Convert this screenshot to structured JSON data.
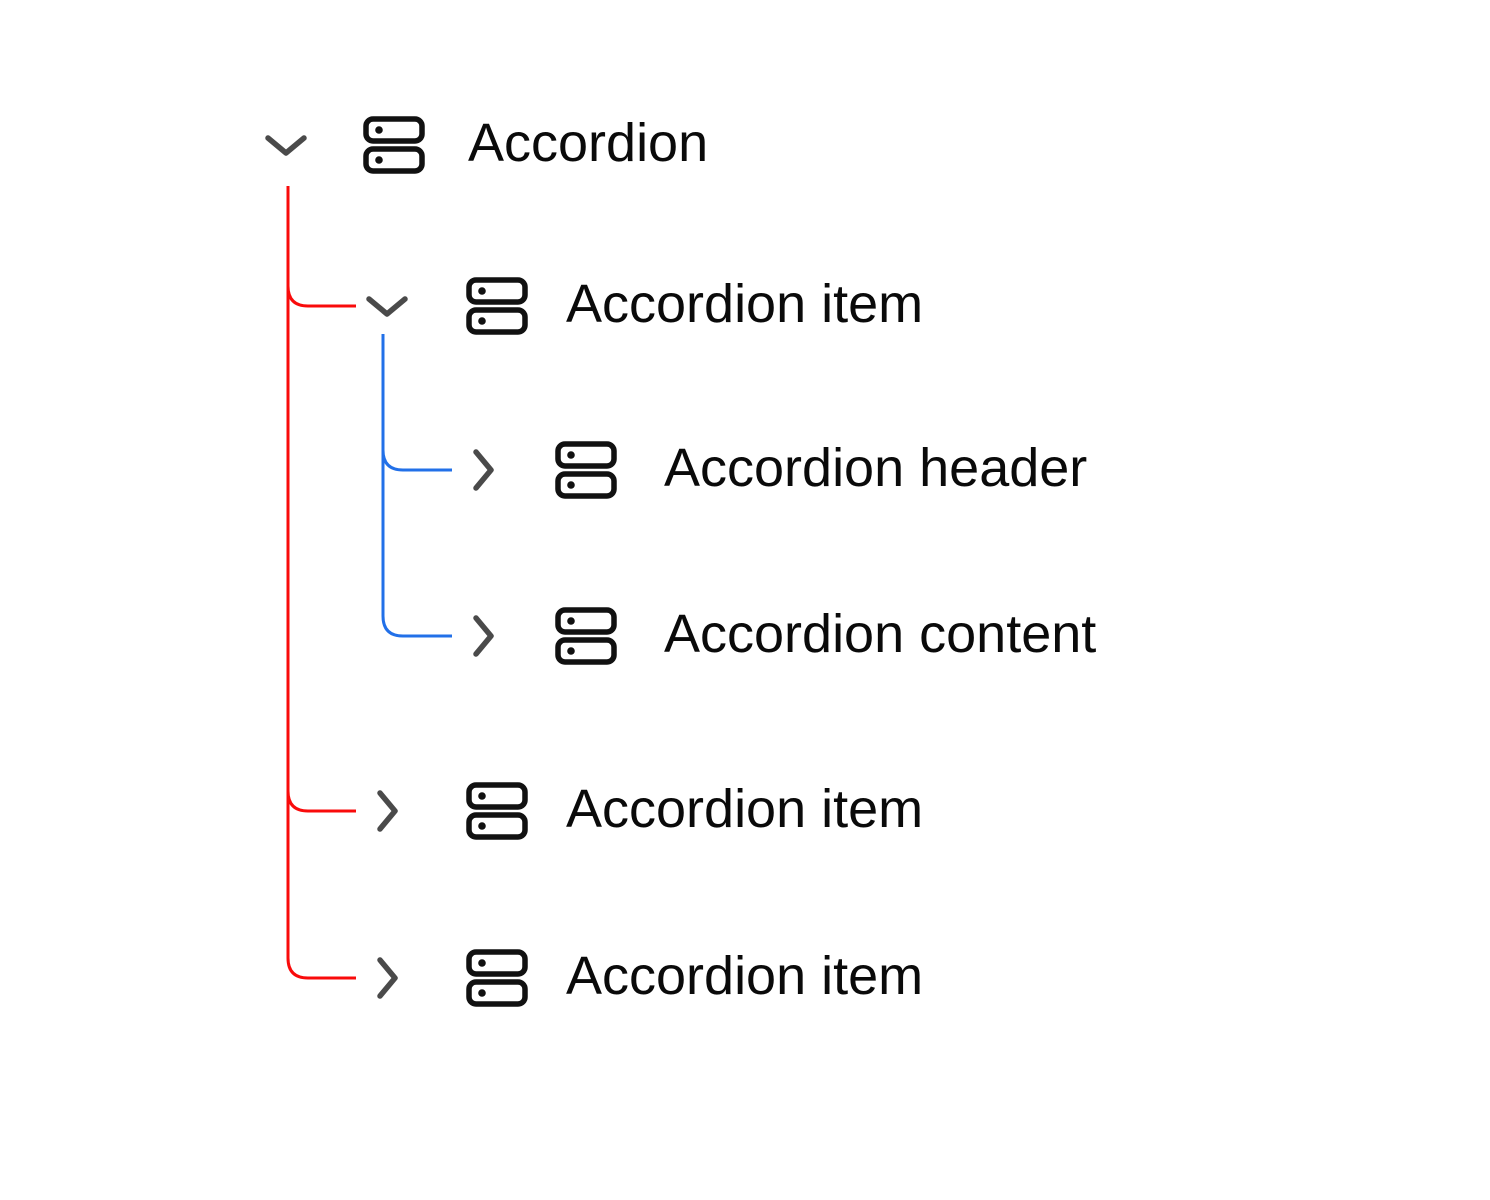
{
  "diagram": {
    "title": "Accordion component anatomy tree",
    "tree": {
      "nodes": [
        {
          "id": "accordion-root",
          "label": "Accordion",
          "level": 0,
          "state": "expanded",
          "chevron": "down",
          "icon": "component-rows-icon"
        },
        {
          "id": "accordion-item-1",
          "label": "Accordion item",
          "level": 1,
          "state": "expanded",
          "chevron": "down",
          "icon": "component-rows-icon"
        },
        {
          "id": "accordion-header",
          "label": "Accordion header",
          "level": 2,
          "state": "collapsed",
          "chevron": "right",
          "icon": "component-rows-icon"
        },
        {
          "id": "accordion-content",
          "label": "Accordion content",
          "level": 2,
          "state": "collapsed",
          "chevron": "right",
          "icon": "component-rows-icon"
        },
        {
          "id": "accordion-item-2",
          "label": "Accordion item",
          "level": 1,
          "state": "collapsed",
          "chevron": "right",
          "icon": "component-rows-icon"
        },
        {
          "id": "accordion-item-3",
          "label": "Accordion item",
          "level": 1,
          "state": "collapsed",
          "chevron": "right",
          "icon": "component-rows-icon"
        }
      ]
    },
    "colors": {
      "root_connector": "#f90b0b",
      "nested_connector": "#2270e8",
      "chevron": "#4a4a4a",
      "node_icon": "#111111",
      "label_text": "#0a0a0a",
      "background": "#ffffff"
    }
  }
}
